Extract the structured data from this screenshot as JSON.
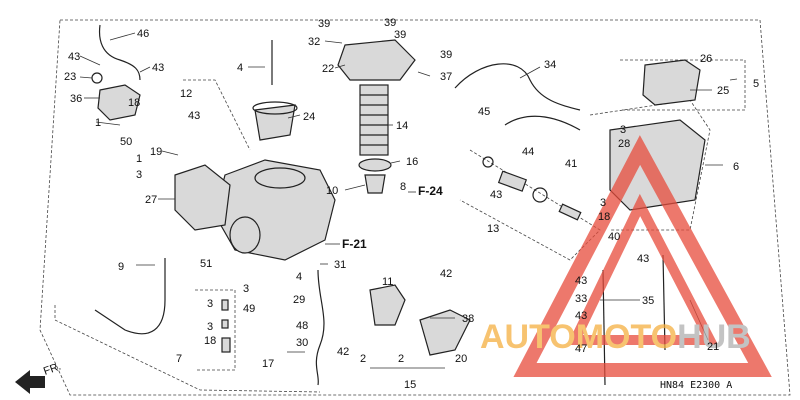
{
  "callouts": [
    {
      "id": "c46",
      "text": "46"
    },
    {
      "id": "c43a",
      "text": "43"
    },
    {
      "id": "c43b",
      "text": "43"
    },
    {
      "id": "c23",
      "text": "23"
    },
    {
      "id": "c36",
      "text": "36"
    },
    {
      "id": "c18a",
      "text": "18"
    },
    {
      "id": "c1a",
      "text": "1"
    },
    {
      "id": "c50",
      "text": "50"
    },
    {
      "id": "c19",
      "text": "19"
    },
    {
      "id": "c1b",
      "text": "1"
    },
    {
      "id": "c3a",
      "text": "3"
    },
    {
      "id": "c27",
      "text": "27"
    },
    {
      "id": "c12",
      "text": "12"
    },
    {
      "id": "c43c",
      "text": "43"
    },
    {
      "id": "c4a",
      "text": "4"
    },
    {
      "id": "c24",
      "text": "24"
    },
    {
      "id": "c39a",
      "text": "39"
    },
    {
      "id": "c39b",
      "text": "39"
    },
    {
      "id": "c32",
      "text": "32"
    },
    {
      "id": "c39c",
      "text": "39"
    },
    {
      "id": "c22",
      "text": "22"
    },
    {
      "id": "c39d",
      "text": "39"
    },
    {
      "id": "c37",
      "text": "37"
    },
    {
      "id": "c14",
      "text": "14"
    },
    {
      "id": "c16",
      "text": "16"
    },
    {
      "id": "c10",
      "text": "10"
    },
    {
      "id": "c8",
      "text": "8"
    },
    {
      "id": "c34",
      "text": "34"
    },
    {
      "id": "c45",
      "text": "45"
    },
    {
      "id": "c44",
      "text": "44"
    },
    {
      "id": "c41",
      "text": "41"
    },
    {
      "id": "c43d",
      "text": "43"
    },
    {
      "id": "c13",
      "text": "13"
    },
    {
      "id": "c26",
      "text": "26"
    },
    {
      "id": "c5",
      "text": "5"
    },
    {
      "id": "c25",
      "text": "25"
    },
    {
      "id": "c3b",
      "text": "3"
    },
    {
      "id": "c28",
      "text": "28"
    },
    {
      "id": "c6",
      "text": "6"
    },
    {
      "id": "c3c",
      "text": "3"
    },
    {
      "id": "c18b",
      "text": "18"
    },
    {
      "id": "c40",
      "text": "40"
    },
    {
      "id": "c43e",
      "text": "43"
    },
    {
      "id": "c9",
      "text": "9"
    },
    {
      "id": "c51",
      "text": "51"
    },
    {
      "id": "c3d",
      "text": "3"
    },
    {
      "id": "c4b",
      "text": "4"
    },
    {
      "id": "c31",
      "text": "31"
    },
    {
      "id": "c29",
      "text": "29"
    },
    {
      "id": "c49",
      "text": "49"
    },
    {
      "id": "c48",
      "text": "48"
    },
    {
      "id": "c30",
      "text": "30"
    },
    {
      "id": "c17",
      "text": "17"
    },
    {
      "id": "c3e",
      "text": "3"
    },
    {
      "id": "c3f",
      "text": "3"
    },
    {
      "id": "c18c",
      "text": "18"
    },
    {
      "id": "c7",
      "text": "7"
    },
    {
      "id": "c11",
      "text": "11"
    },
    {
      "id": "c42a",
      "text": "42"
    },
    {
      "id": "c42b",
      "text": "42"
    },
    {
      "id": "c38",
      "text": "38"
    },
    {
      "id": "c2a",
      "text": "2"
    },
    {
      "id": "c2b",
      "text": "2"
    },
    {
      "id": "c20",
      "text": "20"
    },
    {
      "id": "c15",
      "text": "15"
    },
    {
      "id": "c43f",
      "text": "43"
    },
    {
      "id": "c33",
      "text": "33"
    },
    {
      "id": "c43g",
      "text": "43"
    },
    {
      "id": "c35",
      "text": "35"
    },
    {
      "id": "c47",
      "text": "47"
    },
    {
      "id": "c21",
      "text": "21"
    }
  ],
  "references": [
    {
      "id": "r-f24",
      "text": "F-24"
    },
    {
      "id": "r-f21",
      "text": "F-21"
    }
  ],
  "front_marker": {
    "text": "FR."
  },
  "diagram_code": {
    "text": "HN84 E2300 A"
  },
  "watermark": {
    "text_a": "AUTOMOTO",
    "text_b": "HUB",
    "color_a": "#f5b041",
    "color_b": "#b0b0b0",
    "triangle_color": "#e74c3c"
  }
}
